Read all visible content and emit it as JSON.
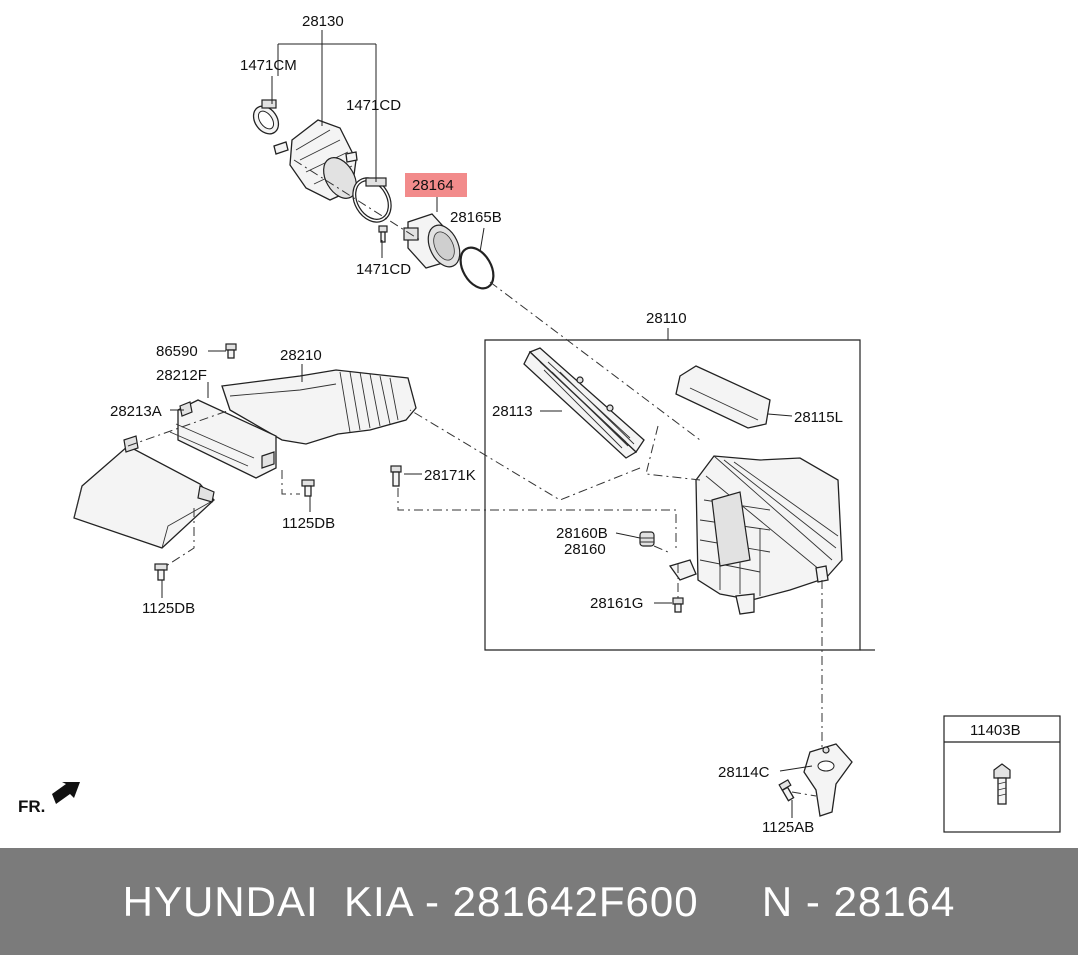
{
  "callouts": {
    "c28130": "28130",
    "c1471CM": "1471CM",
    "c1471CD_top": "1471CD",
    "c1471CD_bottom": "1471CD",
    "c28164": "28164",
    "c28165B": "28165B",
    "c28110": "28110",
    "c28113": "28113",
    "c28115L": "28115L",
    "c86590": "86590",
    "c28210": "28210",
    "c28212F": "28212F",
    "c28213A": "28213A",
    "c28171K": "28171K",
    "c1125DB_a": "1125DB",
    "c1125DB_b": "1125DB",
    "c28160B": "28160B",
    "c28160": "28160",
    "c28161G": "28161G",
    "c28114C": "28114C",
    "c1125AB": "1125AB",
    "c11403B": "11403B"
  },
  "front_marker": "FR.",
  "highlight_color": "#f28b8b",
  "footer_text": "HYUNDAI  KIA - 281642F600     N - 28164"
}
